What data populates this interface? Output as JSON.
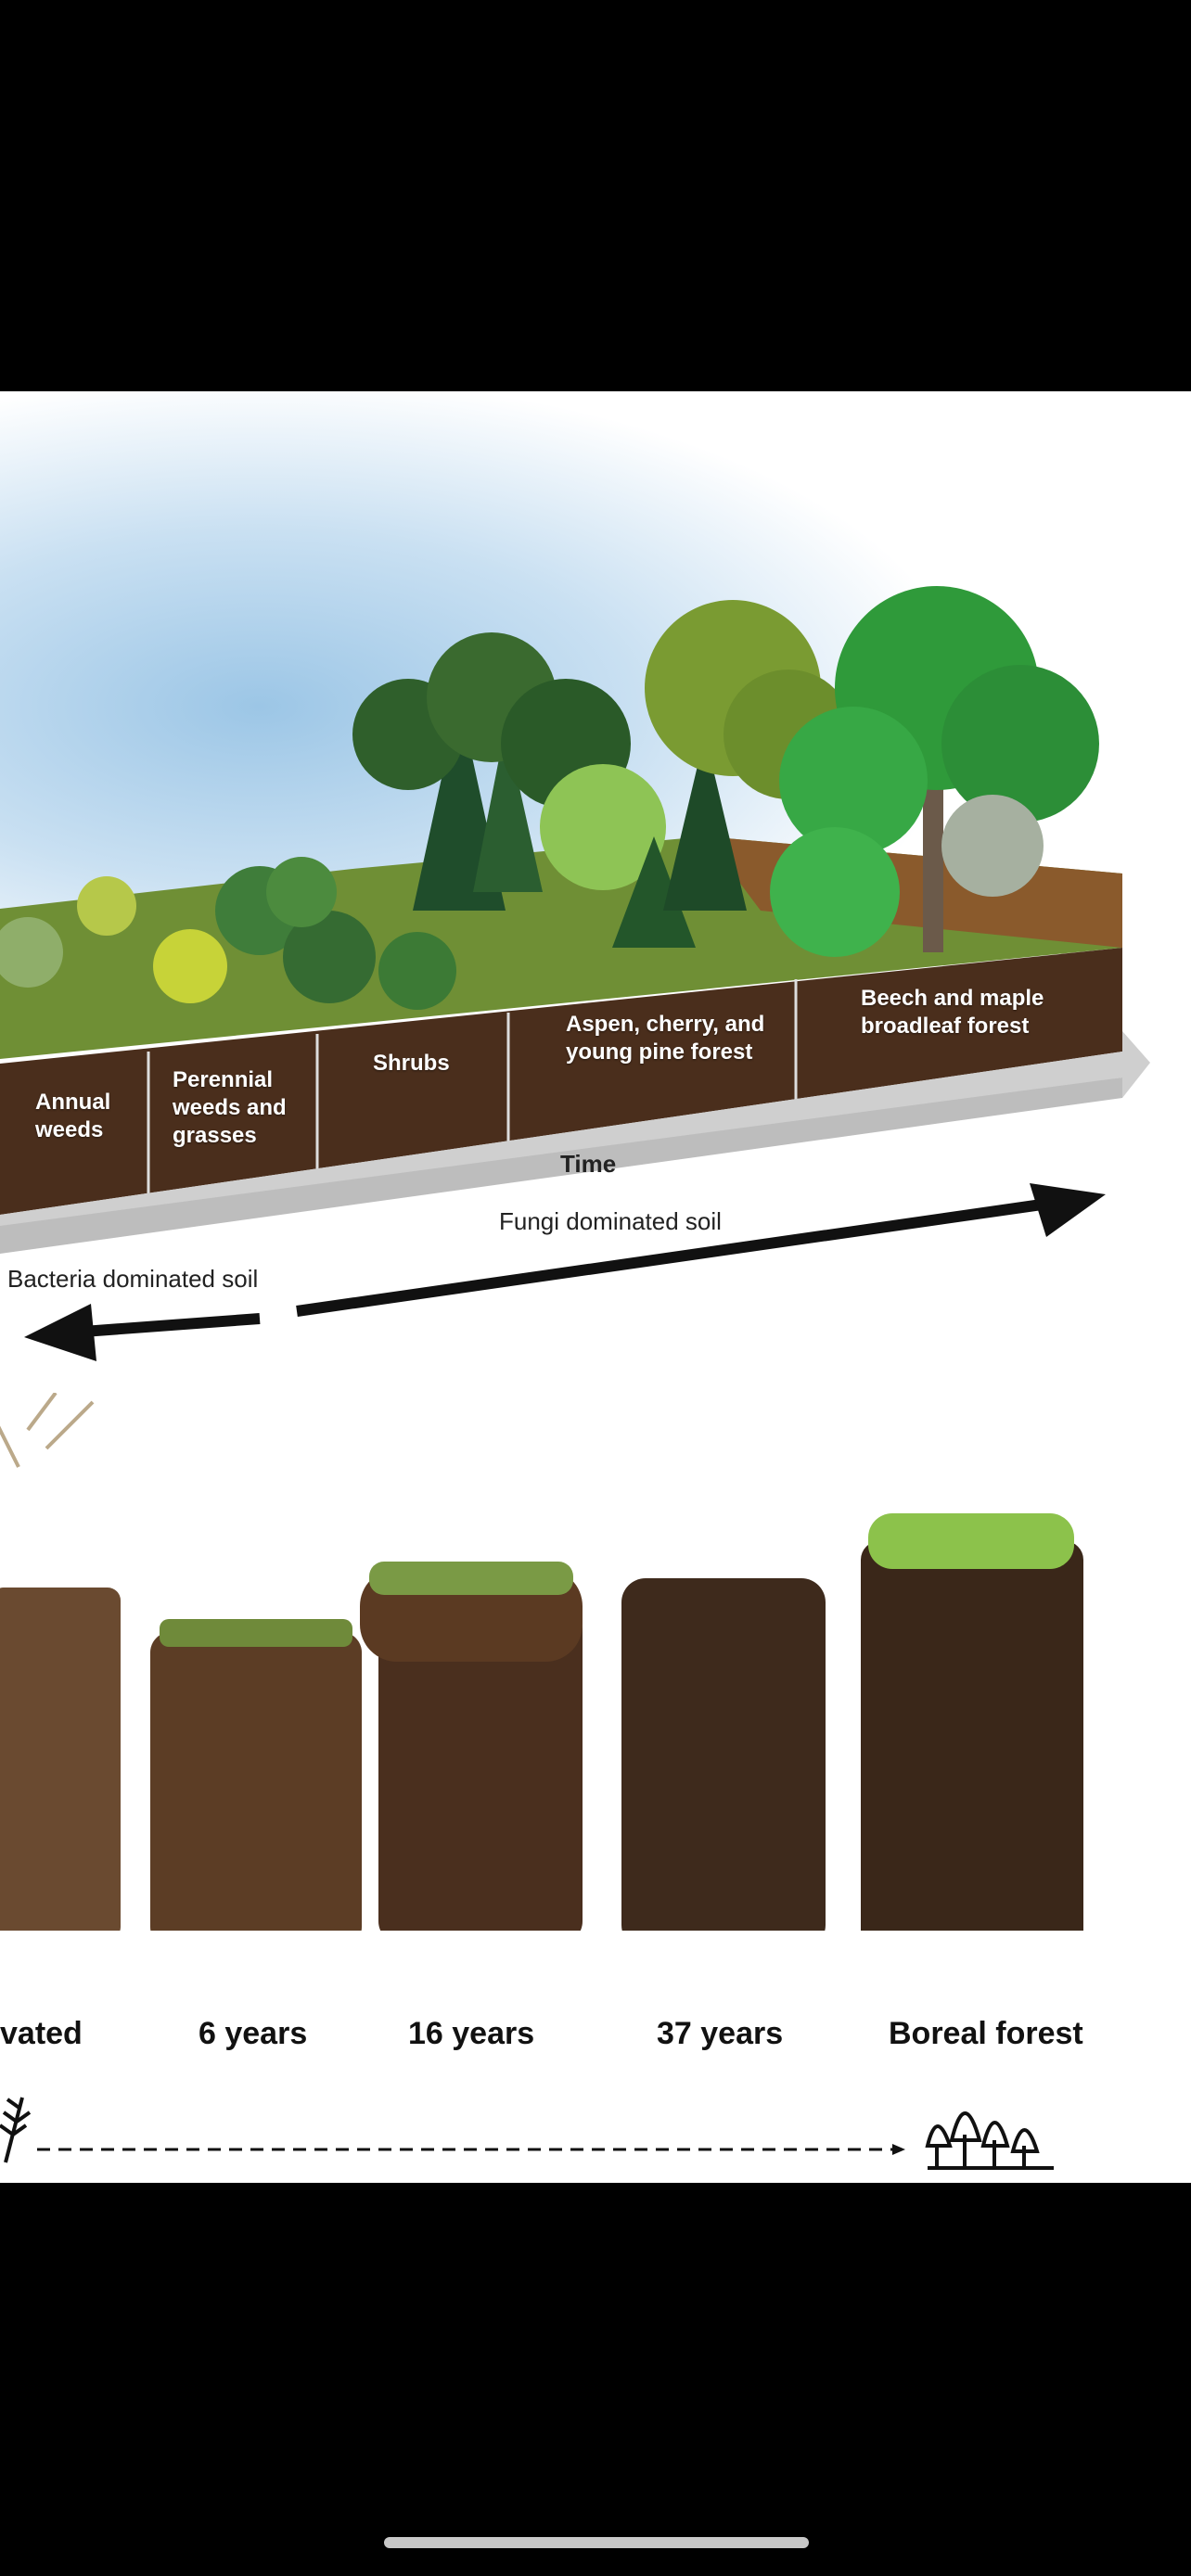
{
  "succession": {
    "stages": [
      "Annual weeds",
      "Perennial weeds and grasses",
      "Shrubs",
      "Aspen, cherry, and young pine forest",
      "Beech and maple broadleaf forest"
    ],
    "time_label": "Time",
    "fungi_label": "Fungi dominated soil",
    "bacteria_label": "Bacteria dominated soil"
  },
  "cores": {
    "labels": [
      "vated",
      "6 years",
      "16 years",
      "37 years",
      "Boreal forest"
    ]
  },
  "colors": {
    "soil": "#4a2e1c",
    "grass": "#7bb342",
    "tree": "#2e7d32",
    "sky": "#9cc6e6",
    "arrow": "#111111"
  }
}
